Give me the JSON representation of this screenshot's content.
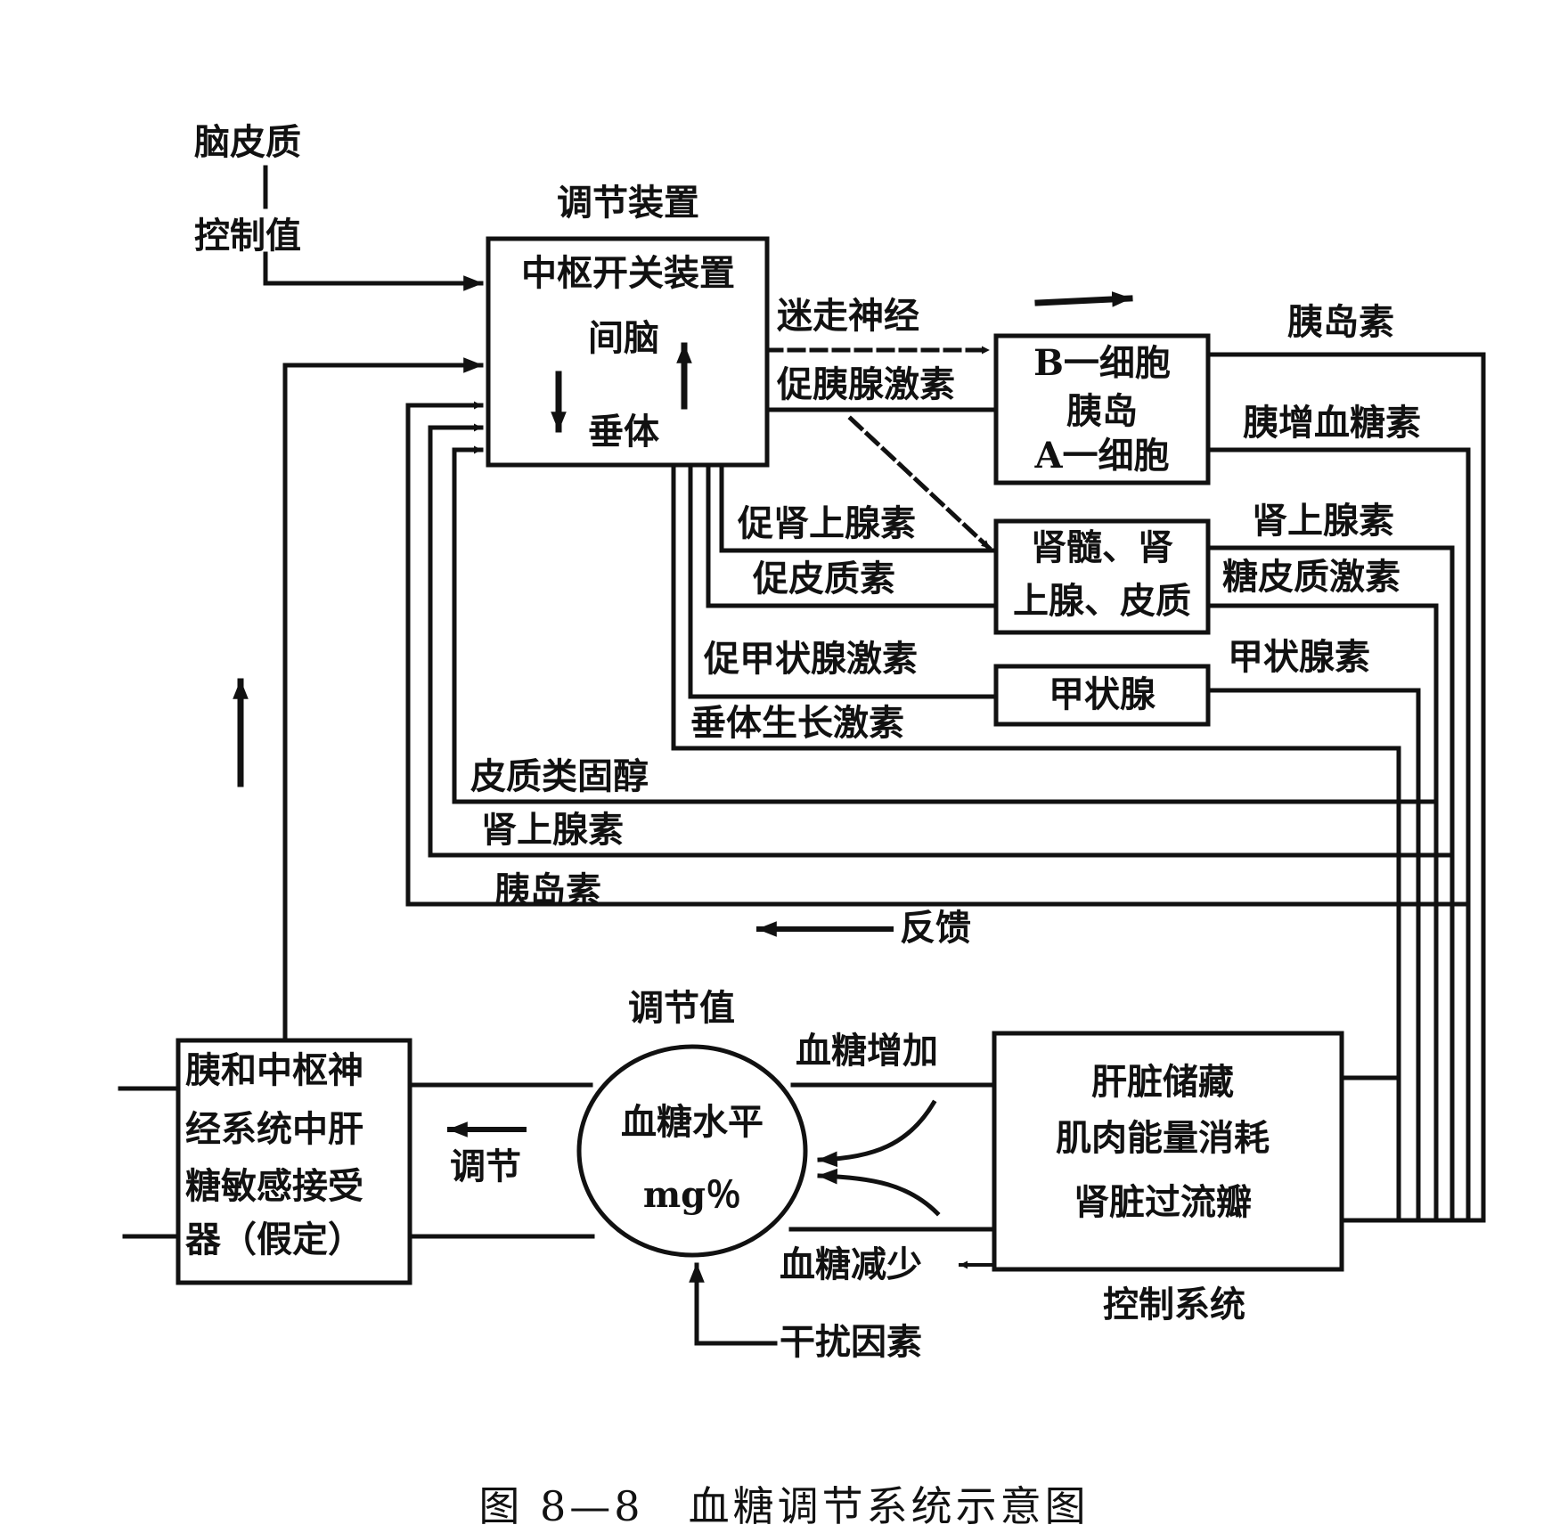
{
  "caption": "图 8—8　血糖调节系统示意图",
  "top_left": {
    "cortex": "脑皮质",
    "setpoint": "控制值"
  },
  "regulator": {
    "title": "调节装置",
    "line1": "中枢开关装置",
    "line2": "间脑",
    "line3": "垂体"
  },
  "pancreas_box": {
    "line1": "B一细胞",
    "line2": "胰岛",
    "line3": "A一细胞"
  },
  "adrenal_box": {
    "line1": "肾髓、肾",
    "line2": "上腺、皮质"
  },
  "thyroid_box": {
    "label": "甲状腺"
  },
  "receptor_box": {
    "line1": "胰和中枢神",
    "line2": "经系统中肝",
    "line3": "糖敏感接受",
    "line4": "器（假定）"
  },
  "control_box": {
    "line1": "肝脏储藏",
    "line2": "肌肉能量消耗",
    "line3": "肾脏过流瓣",
    "title": "控制系统"
  },
  "blood_sugar": {
    "title": "调节值",
    "line1": "血糖水平",
    "line2": "mg％"
  },
  "signals": {
    "vagus": "迷走神经",
    "pancreatotropin": "促胰腺激素",
    "adrenotropin": "促肾上腺素",
    "corticotropin": "促皮质素",
    "thyrotropin": "促甲状腺激素",
    "growth_hormone": "垂体生长激素"
  },
  "outputs": {
    "insulin": "胰岛素",
    "glucagon": "胰增血糖素",
    "epinephrine": "肾上腺素",
    "glucocorticoid": "糖皮质激素",
    "thyroxine": "甲状腺素"
  },
  "feedback": {
    "corticosteroid": "皮质类固醇",
    "epinephrine": "肾上腺素",
    "insulin": "胰岛素",
    "label": "反馈"
  },
  "flows": {
    "regulate": "调节",
    "increase": "血糖增加",
    "decrease": "血糖减少",
    "disturbance": "干扰因素"
  }
}
